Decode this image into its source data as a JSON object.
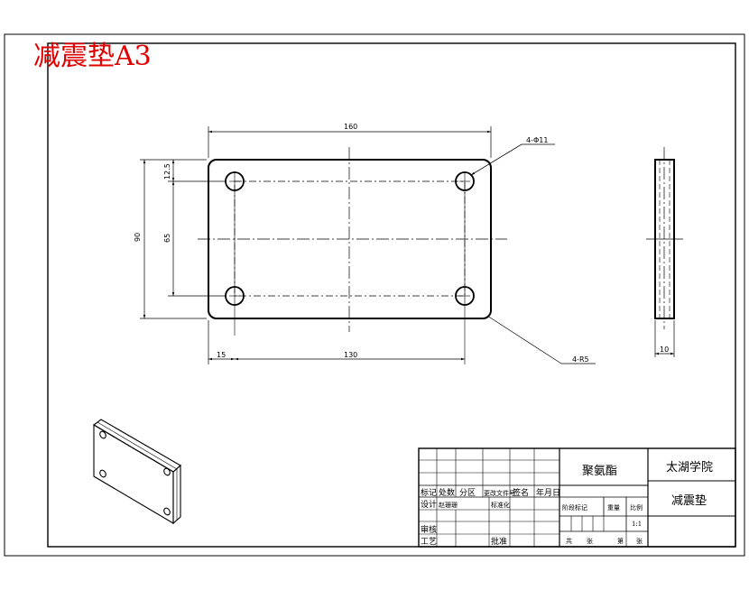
{
  "sheet_title": "减震垫A3",
  "front_view": {
    "width_label": "160",
    "hole_spacing_x_label": "130",
    "hole_offset_x_label": "15",
    "height_label": "90",
    "hole_spacing_y_label": "65",
    "hole_offset_y_label": "12.5",
    "hole_callout": "4-Φ11",
    "corner_callout": "4-R5"
  },
  "side_view": {
    "thickness_label": "10"
  },
  "title_block": {
    "material": "聚氨酯",
    "school": "太湖学院",
    "part_name": "减震垫",
    "scale": "1:1",
    "labels": {
      "mark": "标记",
      "count": "处数",
      "zone": "分区",
      "change_doc": "更改文件号",
      "signature": "签名",
      "date": "年月日",
      "design": "设计",
      "designer": "赵珊珊",
      "standardize": "标准化",
      "stage_mark": "阶段标记",
      "weight": "重量",
      "ratio": "比例",
      "review": "审核",
      "process": "工艺",
      "approve": "批准",
      "total": "共",
      "sheets": "张",
      "page": "第",
      "sheet_unit": "张"
    }
  }
}
